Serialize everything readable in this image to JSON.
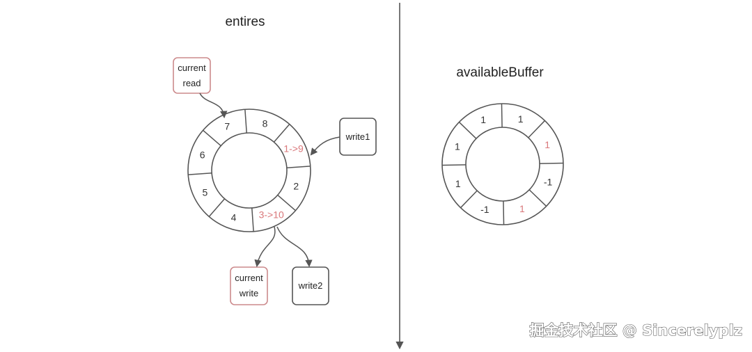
{
  "titles": {
    "left": "entires",
    "right": "availableBuffer"
  },
  "colors": {
    "line": "#555555",
    "highlight": "#d9777a",
    "highlight_border": "#cc8a8c"
  },
  "left_ring": {
    "segments": [
      {
        "label": "8",
        "highlight": false
      },
      {
        "label": "1->9",
        "highlight": true
      },
      {
        "label": "2",
        "highlight": false
      },
      {
        "label": "3->10",
        "highlight": true
      },
      {
        "label": "4",
        "highlight": false
      },
      {
        "label": "5",
        "highlight": false
      },
      {
        "label": "6",
        "highlight": false
      },
      {
        "label": "7",
        "highlight": false
      }
    ]
  },
  "right_ring": {
    "segments": [
      {
        "label": "1",
        "highlight": false
      },
      {
        "label": "1",
        "highlight": true
      },
      {
        "label": "-1",
        "highlight": false
      },
      {
        "label": "1",
        "highlight": true
      },
      {
        "label": "-1",
        "highlight": false
      },
      {
        "label": "1",
        "highlight": false
      },
      {
        "label": "1",
        "highlight": false
      },
      {
        "label": "1",
        "highlight": false
      }
    ]
  },
  "boxes": {
    "current_read": {
      "line1": "current",
      "line2": "read"
    },
    "write1": {
      "label": "write1"
    },
    "current_write": {
      "line1": "current",
      "line2": "write"
    },
    "write2": {
      "label": "write2"
    }
  },
  "watermark": "掘金技术社区 @ Sincerelyplz"
}
